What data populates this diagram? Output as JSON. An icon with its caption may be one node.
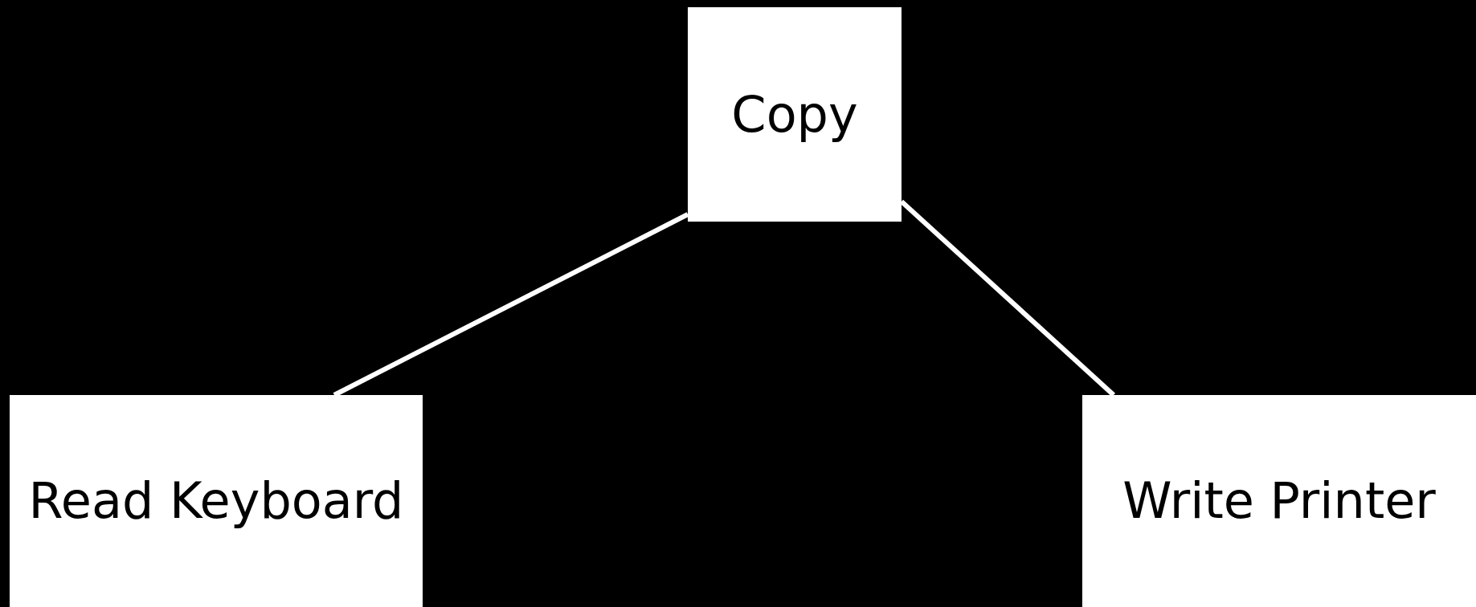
{
  "diagram": {
    "nodes": [
      {
        "text": [
          "Copy"
        ]
      },
      {
        "text": [
          "Read Keyboard"
        ]
      },
      {
        "text": [
          "Write Printer"
        ]
      }
    ],
    "edges": [
      {
        "from": 0,
        "to": 1,
        "arrow": "none"
      },
      {
        "from": 0,
        "to": 2,
        "arrow": "none"
      }
    ]
  }
}
